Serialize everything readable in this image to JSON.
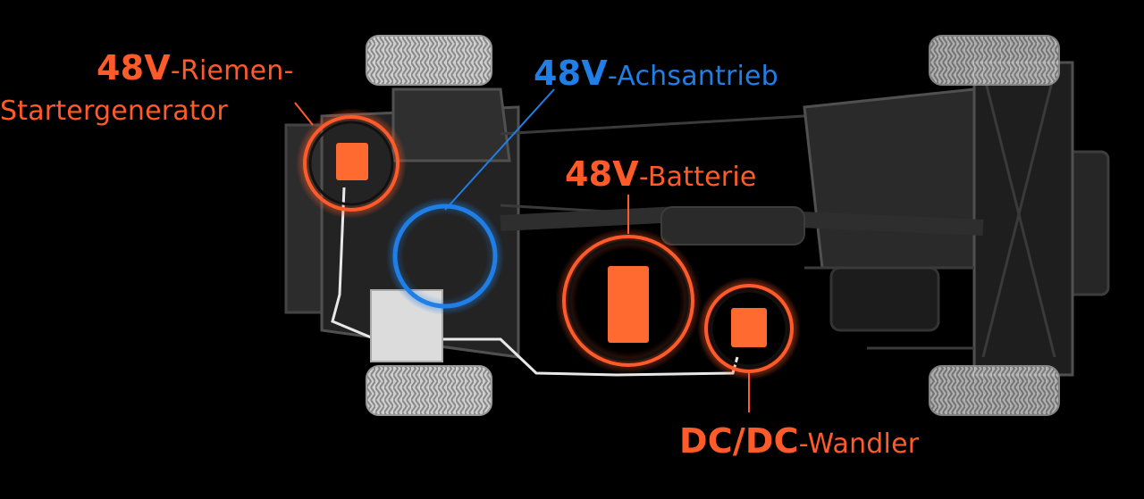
{
  "labels": {
    "riemen": {
      "strong": "48V",
      "rest": "-Riemen-",
      "line2": "Startergenerator"
    },
    "achsantrieb": {
      "strong": "48V",
      "rest": "-Achsantrieb"
    },
    "batterie": {
      "strong": "48V",
      "rest": "-Batterie"
    },
    "dcdc": {
      "strong": "DC/DC",
      "rest": "-Wandler"
    }
  },
  "colors": {
    "background": "#000000",
    "highlight_orange": "#ff5b2a",
    "highlight_blue": "#1f7fe6",
    "chassis_gray": "#4a4a4a",
    "cable_white": "#e8e8e8"
  }
}
